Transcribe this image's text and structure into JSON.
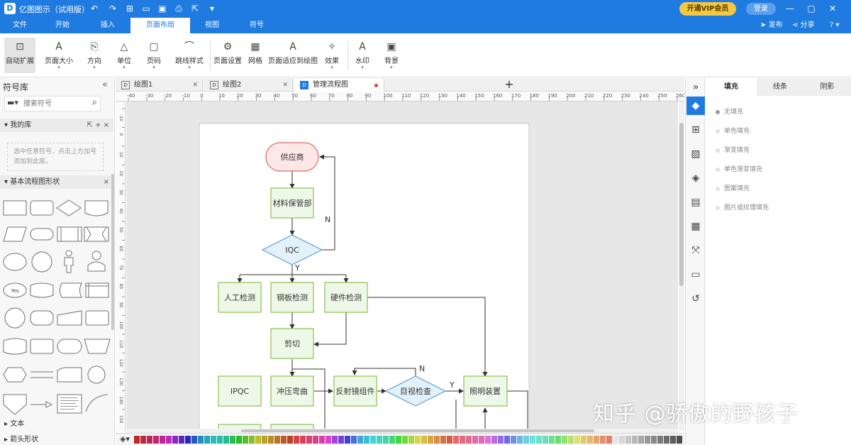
{
  "app": {
    "title": "亿图图示（试用版）",
    "logo_letter": "D",
    "vip_label": "开通VIP会员",
    "login_label": "登录",
    "publish_label": "发布",
    "share_label": "分享",
    "help_label": "?"
  },
  "menu": {
    "tabs": [
      "文件",
      "开始",
      "插入",
      "页面布局",
      "视图",
      "符号"
    ],
    "active": "页面布局"
  },
  "ribbon": [
    {
      "label": "自动扩展",
      "icon": "auto-expand-icon",
      "glyph": "⊡",
      "active": true,
      "caret": false
    },
    {
      "label": "页面大小",
      "icon": "page-size-icon",
      "glyph": "A",
      "active": false,
      "caret": true
    },
    {
      "label": "方向",
      "icon": "orientation-icon",
      "glyph": "⎘",
      "active": false,
      "caret": true
    },
    {
      "label": "单位",
      "icon": "unit-icon",
      "glyph": "△",
      "active": false,
      "caret": true
    },
    {
      "label": "页码",
      "icon": "page-number-icon",
      "glyph": "▢",
      "active": false,
      "caret": true
    },
    {
      "label": "跳线样式",
      "icon": "jump-style-icon",
      "glyph": "⌒",
      "active": false,
      "caret": true
    },
    {
      "label": "页面设置",
      "icon": "page-setup-icon",
      "glyph": "⚙",
      "active": false,
      "caret": false
    },
    {
      "label": "网格",
      "icon": "grid-icon",
      "glyph": "▦",
      "active": false,
      "caret": false
    },
    {
      "label": "页面适应到绘图",
      "icon": "fit-page-icon",
      "glyph": "A",
      "active": false,
      "caret": false
    },
    {
      "label": "效果",
      "icon": "effects-icon",
      "glyph": "✧",
      "active": false,
      "caret": true
    },
    {
      "label": "水印",
      "icon": "watermark-icon",
      "glyph": "A",
      "active": false,
      "caret": true
    },
    {
      "label": "背景",
      "icon": "background-icon",
      "glyph": "▣",
      "active": false,
      "caret": true
    }
  ],
  "left_panel": {
    "title": "符号库",
    "search_placeholder": "搜索符号",
    "my_library": "我的库",
    "my_library_hint": "选中任意符号，点击上方加号添加到此库。",
    "basic_shapes": "基本流程图形状",
    "text_section": "文本",
    "cut_section": "箭头形状"
  },
  "doc_tabs": [
    {
      "label": "绘图1",
      "active": false,
      "modified": false
    },
    {
      "label": "绘图2",
      "active": false,
      "modified": false
    },
    {
      "label": "管理流程图",
      "active": true,
      "modified": true
    }
  ],
  "ruler": {
    "h_ticks": [
      "-40",
      "-30",
      "-20",
      "-10",
      "0",
      "10",
      "20",
      "30",
      "40",
      "50",
      "60",
      "70",
      "80",
      "90",
      "100",
      "110",
      "120",
      "130",
      "140",
      "150",
      "160",
      "170",
      "180",
      "190",
      "200",
      "210",
      "220",
      "230",
      "240",
      "250",
      "260"
    ],
    "v_ticks": [
      "-10",
      "0",
      "10",
      "20",
      "30",
      "40",
      "50",
      "60",
      "70",
      "80",
      "90",
      "100",
      "110",
      "120",
      "130",
      "140",
      "150"
    ]
  },
  "flowchart": {
    "nodes": {
      "supplier": "供应商",
      "material": "材料保管部",
      "iqc": "IQC",
      "manual_check": "人工检测",
      "steel_check": "钢板检测",
      "hardware_check": "硬件检测",
      "cut": "剪切",
      "ipqc": "IPQC",
      "stamping": "冲压弯曲",
      "reflector": "反射镜组件",
      "visual_check": "目视检查",
      "lighting": "照明装置"
    },
    "labels": {
      "n1": "N",
      "y1": "Y",
      "n2": "N",
      "y2": "Y"
    }
  },
  "right_panel": {
    "tabs": [
      "填充",
      "线条",
      "阴影"
    ],
    "active": "填充",
    "options": [
      "无填充",
      "单色填充",
      "渐变填充",
      "单色渐变填充",
      "图案填充",
      "图片或纹理填充"
    ],
    "selected": "无填充"
  },
  "watermark": "知乎 @骄傲的野孩子",
  "colors": {
    "primary": "#1f7be0",
    "start_fill": "#fde8e8",
    "start_stroke": "#e06c6c",
    "process_fill": "#eef8e8",
    "process_stroke": "#8cc152",
    "decision_fill": "#e3f1fb",
    "decision_stroke": "#5b9bd5"
  }
}
